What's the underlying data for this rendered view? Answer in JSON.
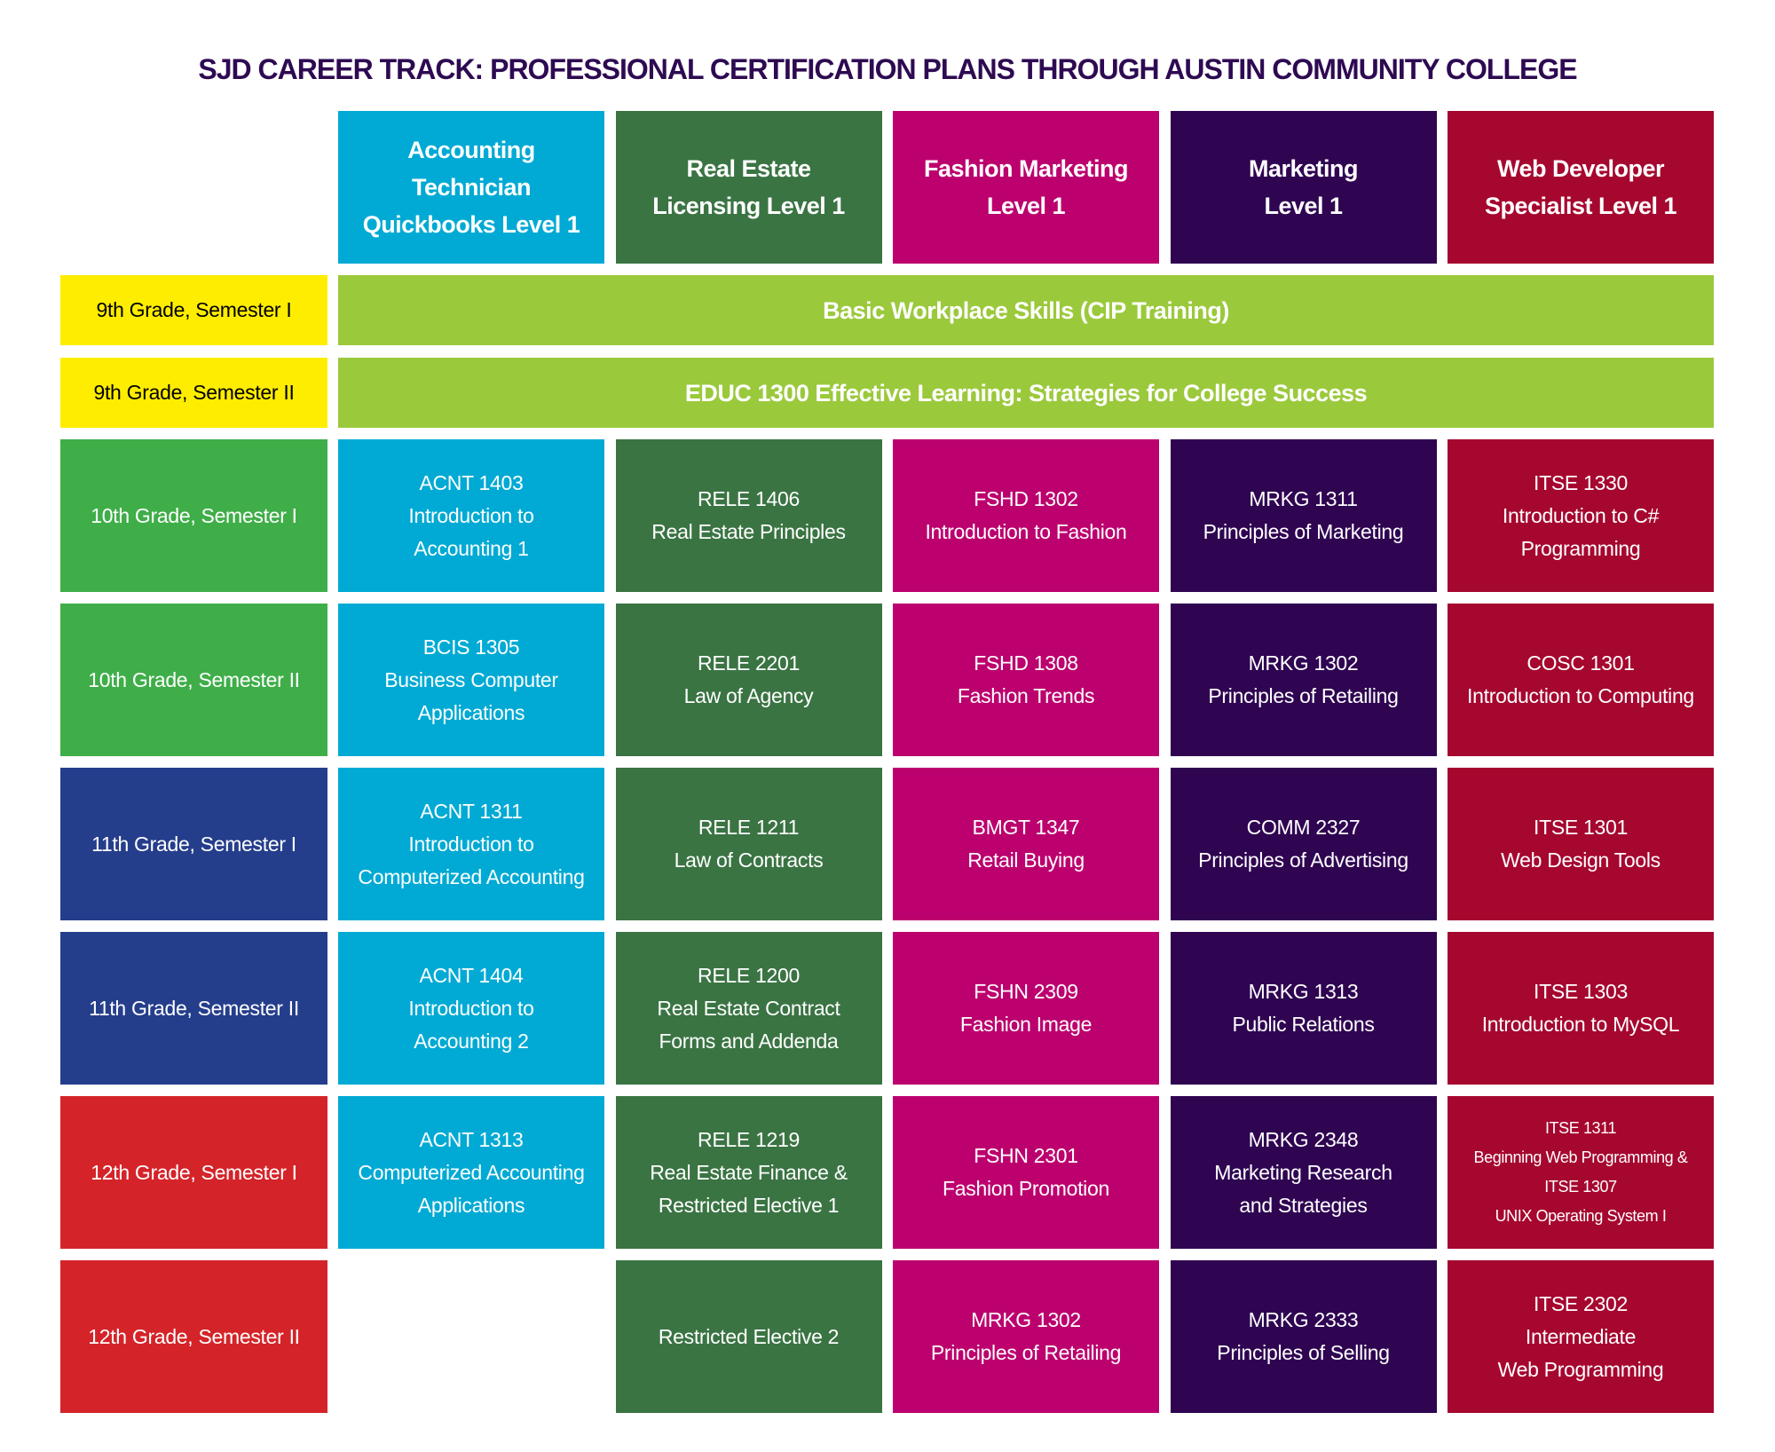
{
  "title": "SJD CAREER TRACK: PROFESSIONAL CERTIFICATION PLANS THROUGH AUSTIN COMMUNITY COLLEGE",
  "colors": {
    "title": "#2e0a52",
    "tracks": [
      "#00aad4",
      "#3a7443",
      "#bc006e",
      "#2f0552",
      "#a6072f"
    ],
    "shared_row": "#9bc93c",
    "grade_9": "#ffed00",
    "grade_10": "#3fae49",
    "grade_11": "#253e8c",
    "grade_12": "#d42429"
  },
  "tracks": [
    "Accounting\nTechnician\nQuickbooks Level 1",
    "Real Estate\nLicensing Level 1",
    "Fashion Marketing\nLevel 1",
    "Marketing\nLevel 1",
    "Web Developer\nSpecialist Level 1"
  ],
  "shared_rows": [
    {
      "grade": "9th Grade, Semester I",
      "course": "Basic Workplace Skills (CIP Training)"
    },
    {
      "grade": "9th Grade, Semester II",
      "course": "EDUC 1300 Effective Learning: Strategies for College Success"
    }
  ],
  "rows": [
    {
      "grade": "10th Grade, Semester I",
      "level": "grade_10",
      "courses": [
        "ACNT 1403\nIntroduction to\nAccounting 1",
        "RELE 1406\nReal Estate Principles",
        "FSHD 1302\nIntroduction to Fashion",
        "MRKG 1311\nPrinciples of Marketing",
        "ITSE 1330\nIntroduction to C#\nProgramming"
      ]
    },
    {
      "grade": "10th Grade, Semester II",
      "level": "grade_10",
      "courses": [
        "BCIS 1305\nBusiness Computer\nApplications",
        "RELE 2201\nLaw of Agency",
        "FSHD 1308\nFashion Trends",
        "MRKG 1302\nPrinciples of Retailing",
        "COSC 1301\nIntroduction to Computing"
      ]
    },
    {
      "grade": "11th Grade, Semester I",
      "level": "grade_11",
      "courses": [
        "ACNT 1311\nIntroduction to\nComputerized Accounting",
        "RELE 1211\nLaw of Contracts",
        "BMGT 1347\nRetail Buying",
        "COMM 2327\nPrinciples of Advertising",
        "ITSE 1301\nWeb Design Tools"
      ]
    },
    {
      "grade": "11th Grade, Semester II",
      "level": "grade_11",
      "courses": [
        "ACNT 1404\nIntroduction to\nAccounting 2",
        "RELE 1200\nReal Estate Contract\nForms and Addenda",
        "FSHN 2309\nFashion Image",
        "MRKG 1313\nPublic Relations",
        "ITSE 1303\nIntroduction to MySQL"
      ]
    },
    {
      "grade": "12th Grade, Semester I",
      "level": "grade_12",
      "courses": [
        "ACNT 1313\nComputerized Accounting\nApplications",
        "RELE 1219\nReal Estate Finance &\nRestricted Elective 1",
        "FSHN 2301\nFashion Promotion",
        "MRKG 2348\nMarketing Research\nand Strategies",
        "ITSE 1311\nBeginning Web Programming &\nITSE 1307\nUNIX Operating System I"
      ]
    },
    {
      "grade": "12th Grade, Semester II",
      "level": "grade_12",
      "courses": [
        null,
        "Restricted Elective 2",
        "MRKG 1302\nPrinciples of Retailing",
        "MRKG 2333\nPrinciples of Selling",
        "ITSE 2302\nIntermediate\nWeb Programming"
      ]
    }
  ]
}
